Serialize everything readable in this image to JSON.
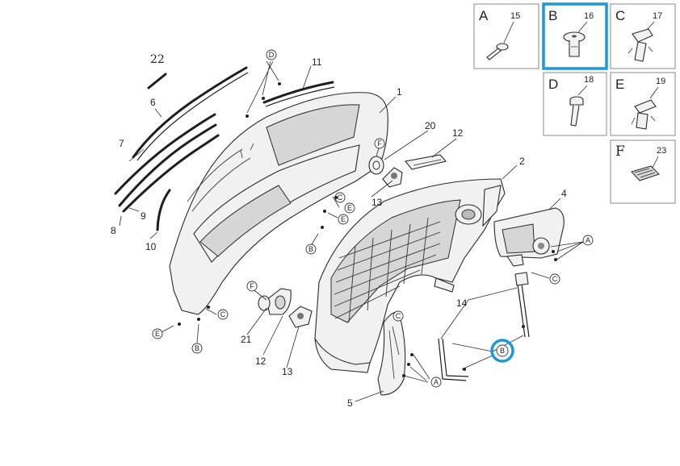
{
  "callouts": {
    "n1": "1",
    "n2": "2",
    "n4": "4",
    "n5": "5",
    "n6": "6",
    "n7": "7",
    "n8": "8",
    "n9": "9",
    "n10": "10",
    "n11": "11",
    "n12a": "12",
    "n12b": "12",
    "n13a": "13",
    "n13b": "13",
    "n14": "14",
    "n20": "20",
    "n21": "21",
    "n22": "22"
  },
  "markers": {
    "a": "A",
    "b": "B",
    "c": "C",
    "d": "D",
    "e": "E",
    "f": "F"
  },
  "legend": {
    "a_letter": "A",
    "a_part": "15",
    "b_letter": "B",
    "b_part": "16",
    "c_letter": "C",
    "c_part": "17",
    "d_letter": "D",
    "d_part": "18",
    "e_letter": "E",
    "e_part": "19",
    "f_letter": "F",
    "f_part": "23"
  },
  "highlight_color": "#1a9ad6"
}
